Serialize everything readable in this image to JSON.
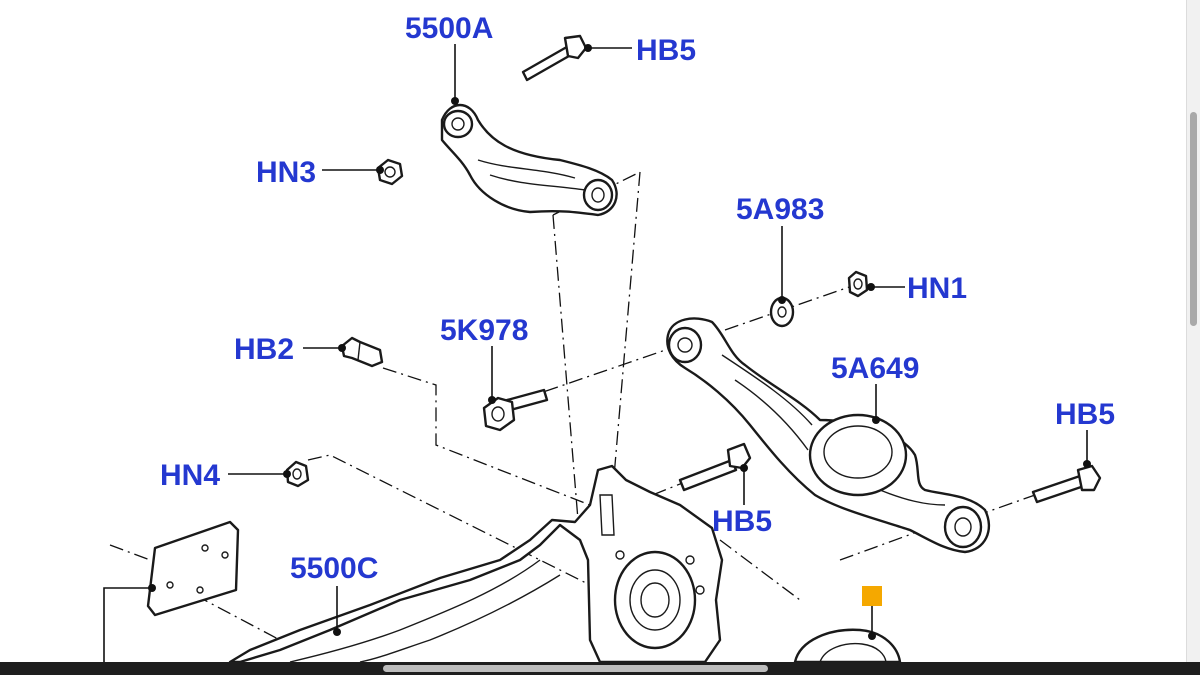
{
  "diagram": {
    "callouts": {
      "c_5500A": "5500A",
      "c_HB5_top": "HB5",
      "c_HN3": "HN3",
      "c_5A983": "5A983",
      "c_HN1": "HN1",
      "c_HB2": "HB2",
      "c_5K978": "5K978",
      "c_5A649": "5A649",
      "c_HB5_right": "HB5",
      "c_HN4": "HN4",
      "c_HB5_mid": "HB5",
      "c_5500C": "5500C"
    },
    "callout_color": "#2438d0",
    "marker_color": "#f5a800"
  }
}
